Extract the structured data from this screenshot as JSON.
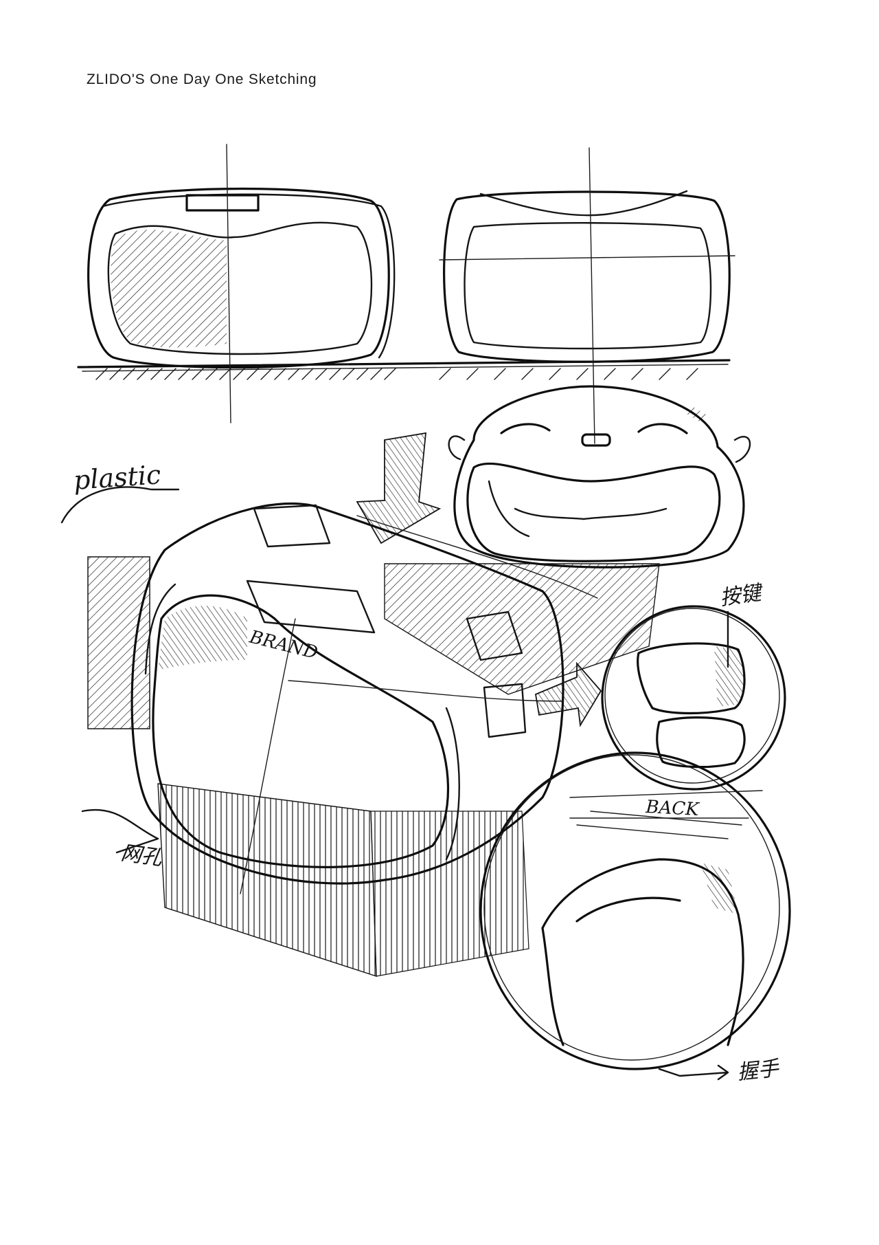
{
  "header": {
    "title": "ZLIDO'S One Day One Sketching"
  },
  "annotations": {
    "plastic": "plastic",
    "brand": "BRAND",
    "back": "BACK",
    "button_note": "按键",
    "vent_note": "网孔",
    "grip_note": "握手"
  },
  "colors": {
    "ink": "#151515",
    "paper": "#ffffff"
  }
}
